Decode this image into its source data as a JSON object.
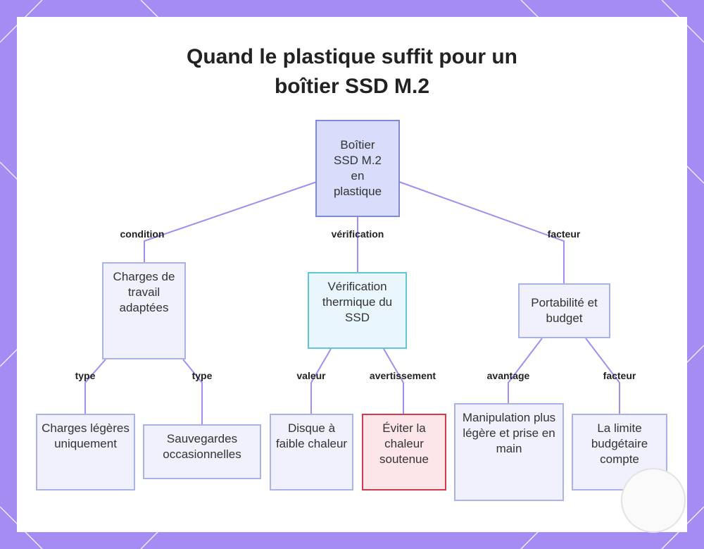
{
  "title": {
    "line1": "Quand le plastique suffit pour un",
    "line2": "boîtier SSD M.2"
  },
  "nodes": {
    "root": "Boîtier SSD M.2 en plastique",
    "workloads": "Charges de travail adaptées",
    "thermal_check": "Vérification thermique du SSD",
    "portability": "Portabilité et budget",
    "light_loads": "Charges légères uniquement",
    "backups": "Sauvegardes occasionnelles",
    "low_heat": "Disque à faible chaleur",
    "avoid_heat": "Éviter la chaleur soutenue",
    "handling": "Manipulation plus légère et prise en main",
    "budget_limit": "La limite budgétaire compte"
  },
  "edges": {
    "condition": "condition",
    "verification": "vérification",
    "factor_top": "facteur",
    "type_left": "type",
    "type_right": "type",
    "value": "valeur",
    "warning": "avertissement",
    "advantage": "avantage",
    "factor_bottom": "facteur"
  },
  "colors": {
    "frame": "#a58cf2",
    "connector": "#a58cf2",
    "default_node_fill": "#f0f1fd",
    "root_fill": "#d9dcfb",
    "info_fill": "#e9f6fd",
    "warning_border": "#d23b4b"
  }
}
